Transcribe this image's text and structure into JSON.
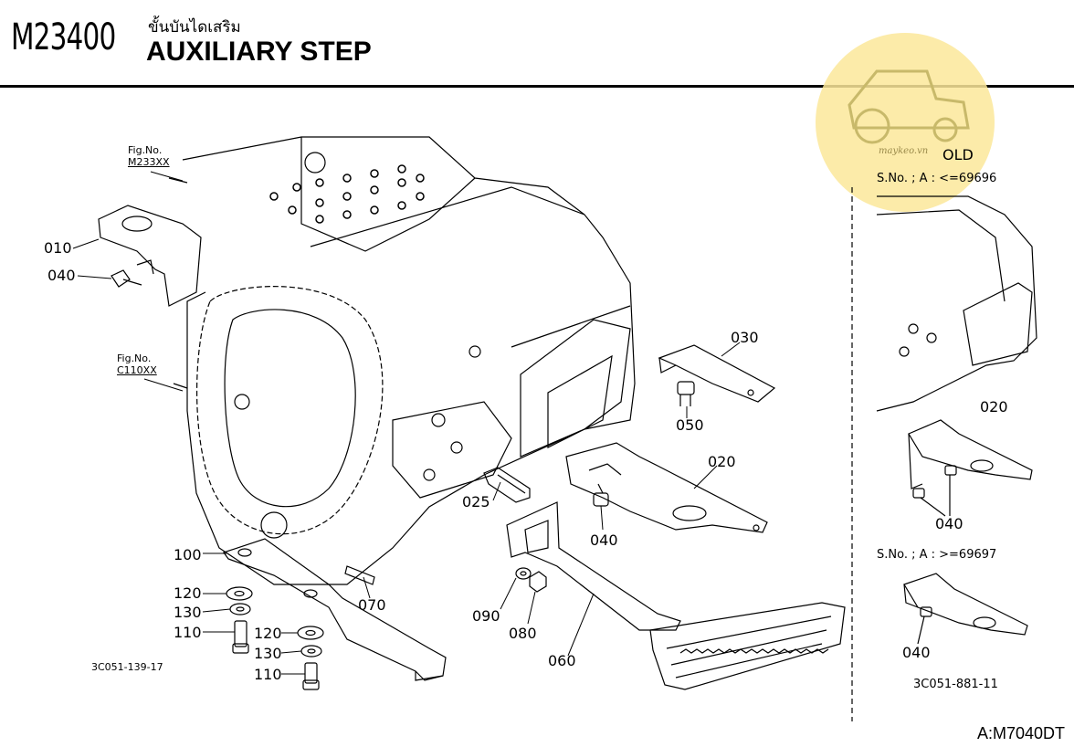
{
  "header": {
    "code": "M23400",
    "title_thai": "ขั้นบันไดเสริม",
    "title_en": "AUXILIARY STEP"
  },
  "figure_refs": [
    {
      "label": "Fig.No.",
      "value": "M233XX"
    },
    {
      "label": "Fig.No.",
      "value": "C110XX"
    }
  ],
  "callouts": [
    "010",
    "040",
    "030",
    "050",
    "020",
    "025",
    "040",
    "100",
    "120",
    "130",
    "110",
    "120",
    "130",
    "110",
    "070",
    "090",
    "080",
    "060"
  ],
  "main_diagram_code": "3C051-139-17",
  "inset": {
    "old_label": "OLD",
    "old_serial": "S.No. ; A : <=69696",
    "old_callouts": [
      "020",
      "040"
    ],
    "new_serial": "S.No. ; A : >=69697",
    "new_callouts": [
      "040"
    ],
    "code": "3C051-881-11"
  },
  "watermark": "maykeo.vn",
  "footer": "A:M7040DT"
}
